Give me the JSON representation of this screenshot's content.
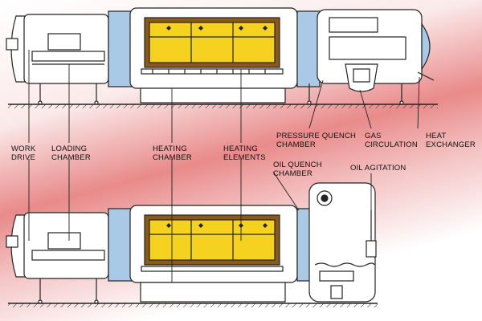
{
  "labels": {
    "work_drive": [
      "WORK",
      "DRIVE"
    ],
    "loading_chamber": [
      "LOADING",
      "CHAMBER"
    ],
    "heating_chamber": [
      "HEATING",
      "CHAMBER"
    ],
    "heating_elements": [
      "HEATING",
      "ELEMENTS"
    ],
    "pressure_quench_chamber": [
      "PRESSURE QUENCH",
      "CHAMBER"
    ],
    "gas_circulation": [
      "GAS",
      "CIRCULATION"
    ],
    "heat_exchanger": [
      "HEAT",
      "EXCHANGER"
    ],
    "oil_quench_chamber": [
      "OIL QUENCH",
      "CHAMBER"
    ],
    "oil_agitation": [
      "OIL AGITATION"
    ]
  },
  "colors": {
    "heating_zone": "#f4d21f",
    "seal_blue": "#a9c9e6",
    "outline": "#222222",
    "accent_red": "#e06060"
  }
}
